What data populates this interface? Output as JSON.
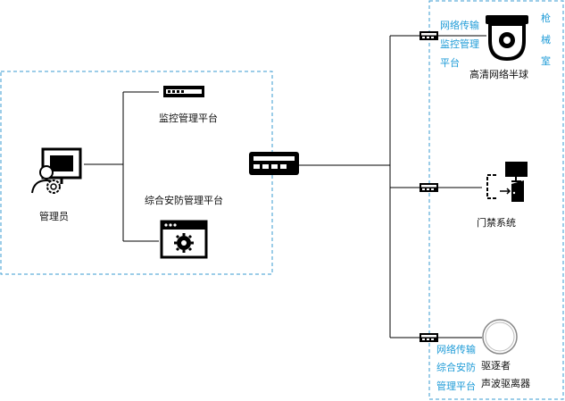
{
  "nodes": {
    "admin": "管理员",
    "monitor_platform": "监控管理平台",
    "security_platform": "综合安防管理平台",
    "hd_camera": "高清网络半球",
    "access_control": "门禁系统",
    "sonic_repeller_line1": "驱逐者",
    "sonic_repeller_line2": "声波驱离器"
  },
  "zone": {
    "armory": [
      "枪",
      "械",
      "室"
    ]
  },
  "link_labels": {
    "camera_link": [
      "网络传输",
      "监控管理",
      "平台"
    ],
    "repeller_link": [
      "网络传输",
      "综合安防",
      "管理平台"
    ]
  },
  "colors": {
    "dashed_border": "#3a9bd0",
    "accent_text": "#1e9bd7",
    "line": "#000000"
  },
  "icons": {
    "admin": "admin-computer-gear-icon",
    "monitor_platform": "server-rack-icon",
    "security_platform": "browser-gear-icon",
    "main_switch": "network-switch-icon",
    "hd_camera": "dome-camera-icon",
    "access_control": "door-access-icon",
    "sonic_repeller": "round-device-icon"
  }
}
